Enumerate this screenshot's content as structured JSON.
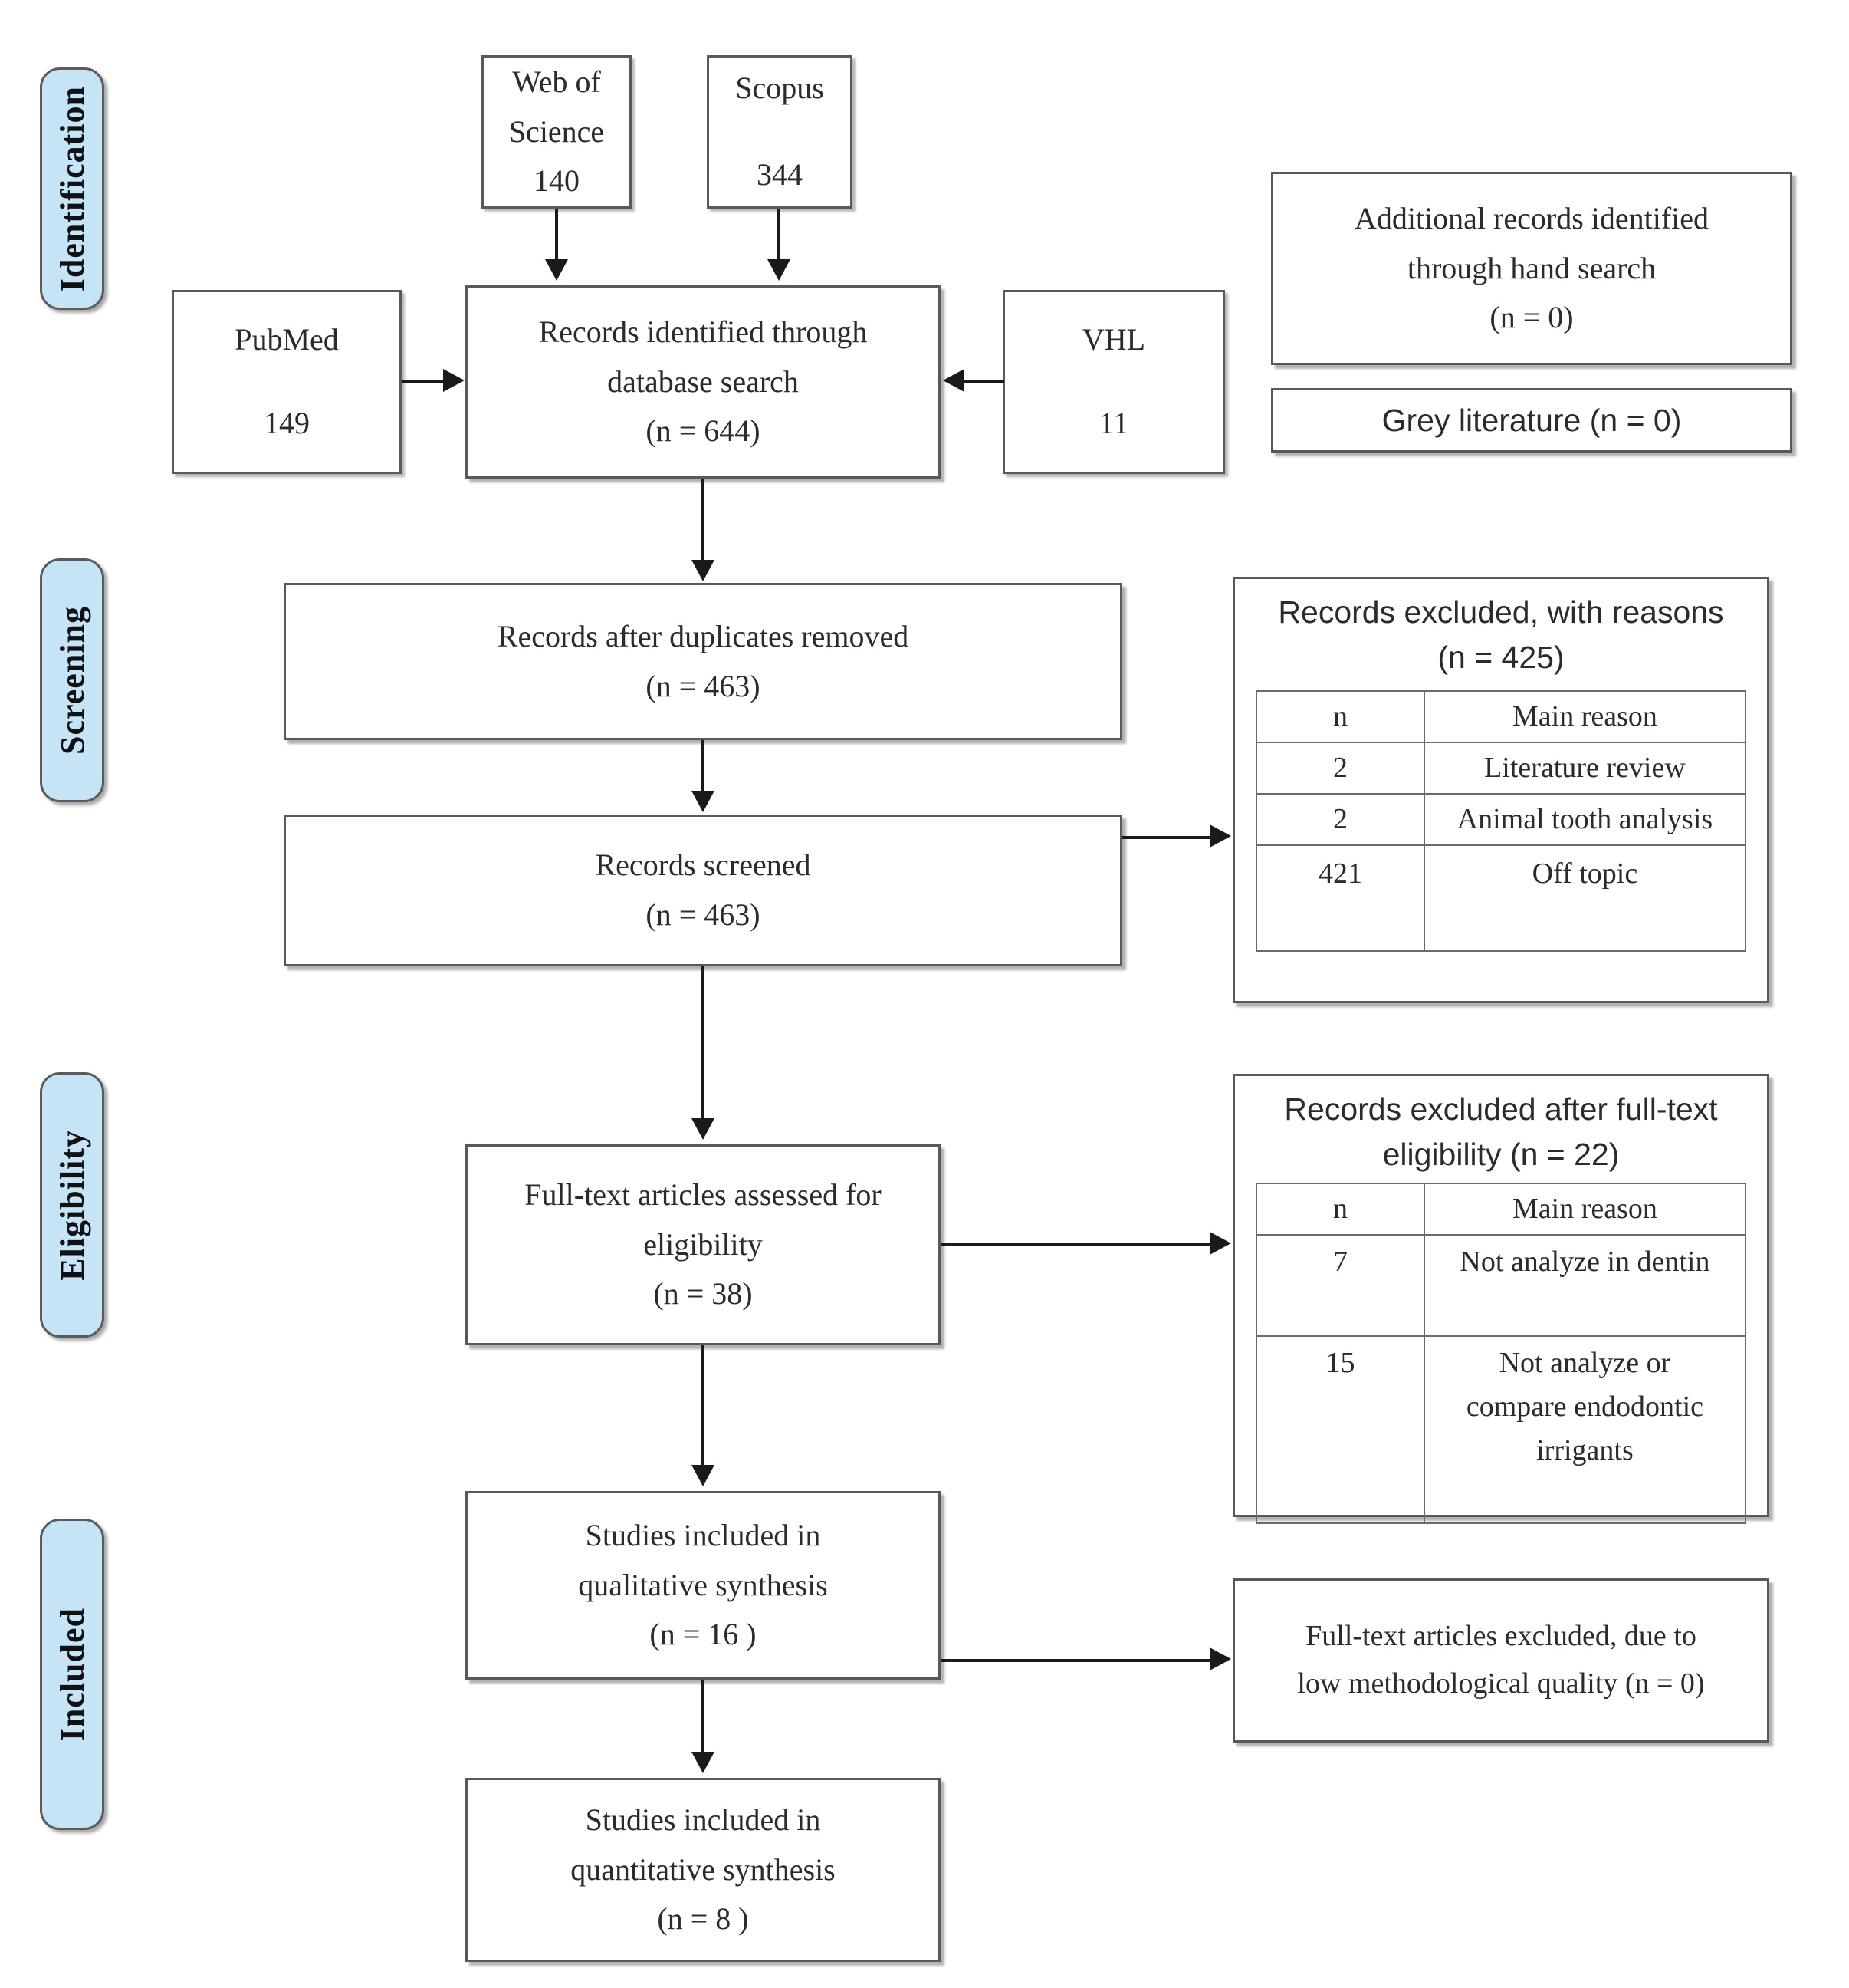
{
  "diagram": {
    "type": "prisma-flow-diagram",
    "stages": [
      {
        "id": "identification",
        "label": "Identification"
      },
      {
        "id": "screening",
        "label": "Screening"
      },
      {
        "id": "eligibility",
        "label": "Eligibility"
      },
      {
        "id": "included",
        "label": "Included"
      }
    ],
    "sources": [
      {
        "id": "web-of-science",
        "name_line1": "Web of",
        "name_line2": "Science",
        "count": "140"
      },
      {
        "id": "scopus",
        "name_line1": "Scopus",
        "name_line2": "",
        "count": "344"
      },
      {
        "id": "pubmed",
        "name_line1": "PubMed",
        "name_line2": "",
        "count": "149"
      },
      {
        "id": "vhl",
        "name_line1": "VHL",
        "name_line2": "",
        "count": "11"
      }
    ],
    "boxes": {
      "records_identified": {
        "line1": "Records identified through",
        "line2": "database search",
        "line3": "(n = 644)"
      },
      "additional_records": {
        "line1": "Additional records identified",
        "line2": "through hand search",
        "line3": "(n = 0)"
      },
      "grey_literature": {
        "line1": "Grey literature (n = 0)"
      },
      "duplicates_removed": {
        "line1": "Records after duplicates removed",
        "line2": "(n = 463)"
      },
      "records_screened": {
        "line1": "Records screened",
        "line2": "(n = 463)"
      },
      "fulltext_assessed": {
        "line1": "Full-text articles assessed for",
        "line2": "eligibility",
        "line3": "(n = 38)"
      },
      "qualitative_synthesis": {
        "line1": "Studies included in",
        "line2": "qualitative synthesis",
        "line3": "(n = 16 )"
      },
      "quantitative_synthesis": {
        "line1": "Studies included in",
        "line2": "quantitative synthesis",
        "line3": "(n = 8 )"
      },
      "lowquality_excluded": {
        "line1": "Full-text articles excluded, due to",
        "line2": "low methodological quality (n = 0)"
      }
    },
    "panels": {
      "records_excluded": {
        "head_line1": "Records excluded, with reasons",
        "head_line2": "(n = 425)",
        "table": {
          "headers": [
            "n",
            "Main reason"
          ],
          "rows": [
            {
              "n": "2",
              "reason": "Literature review"
            },
            {
              "n": "2",
              "reason": "Animal tooth analysis"
            },
            {
              "n": "421",
              "reason": "Off topic"
            }
          ]
        }
      },
      "fulltext_excluded": {
        "head_line1": "Records excluded after full-text",
        "head_line2": "eligibility (n = 22)",
        "table": {
          "headers": [
            "n",
            "Main reason"
          ],
          "rows": [
            {
              "n": "7",
              "reason_line1": "Not analyze in dentin",
              "reason_line2": "",
              "reason_line3": ""
            },
            {
              "n": "15",
              "reason_line1": "Not analyze or",
              "reason_line2": "compare endodontic",
              "reason_line3": "irrigants"
            }
          ]
        }
      }
    },
    "colors": {
      "stage_fill": "#c5e4f6",
      "stage_border": "#5b5b5b",
      "box_border": "#595959",
      "connector": "#1a1a1a",
      "text": "#2b2b2b",
      "background": "#ffffff"
    }
  }
}
